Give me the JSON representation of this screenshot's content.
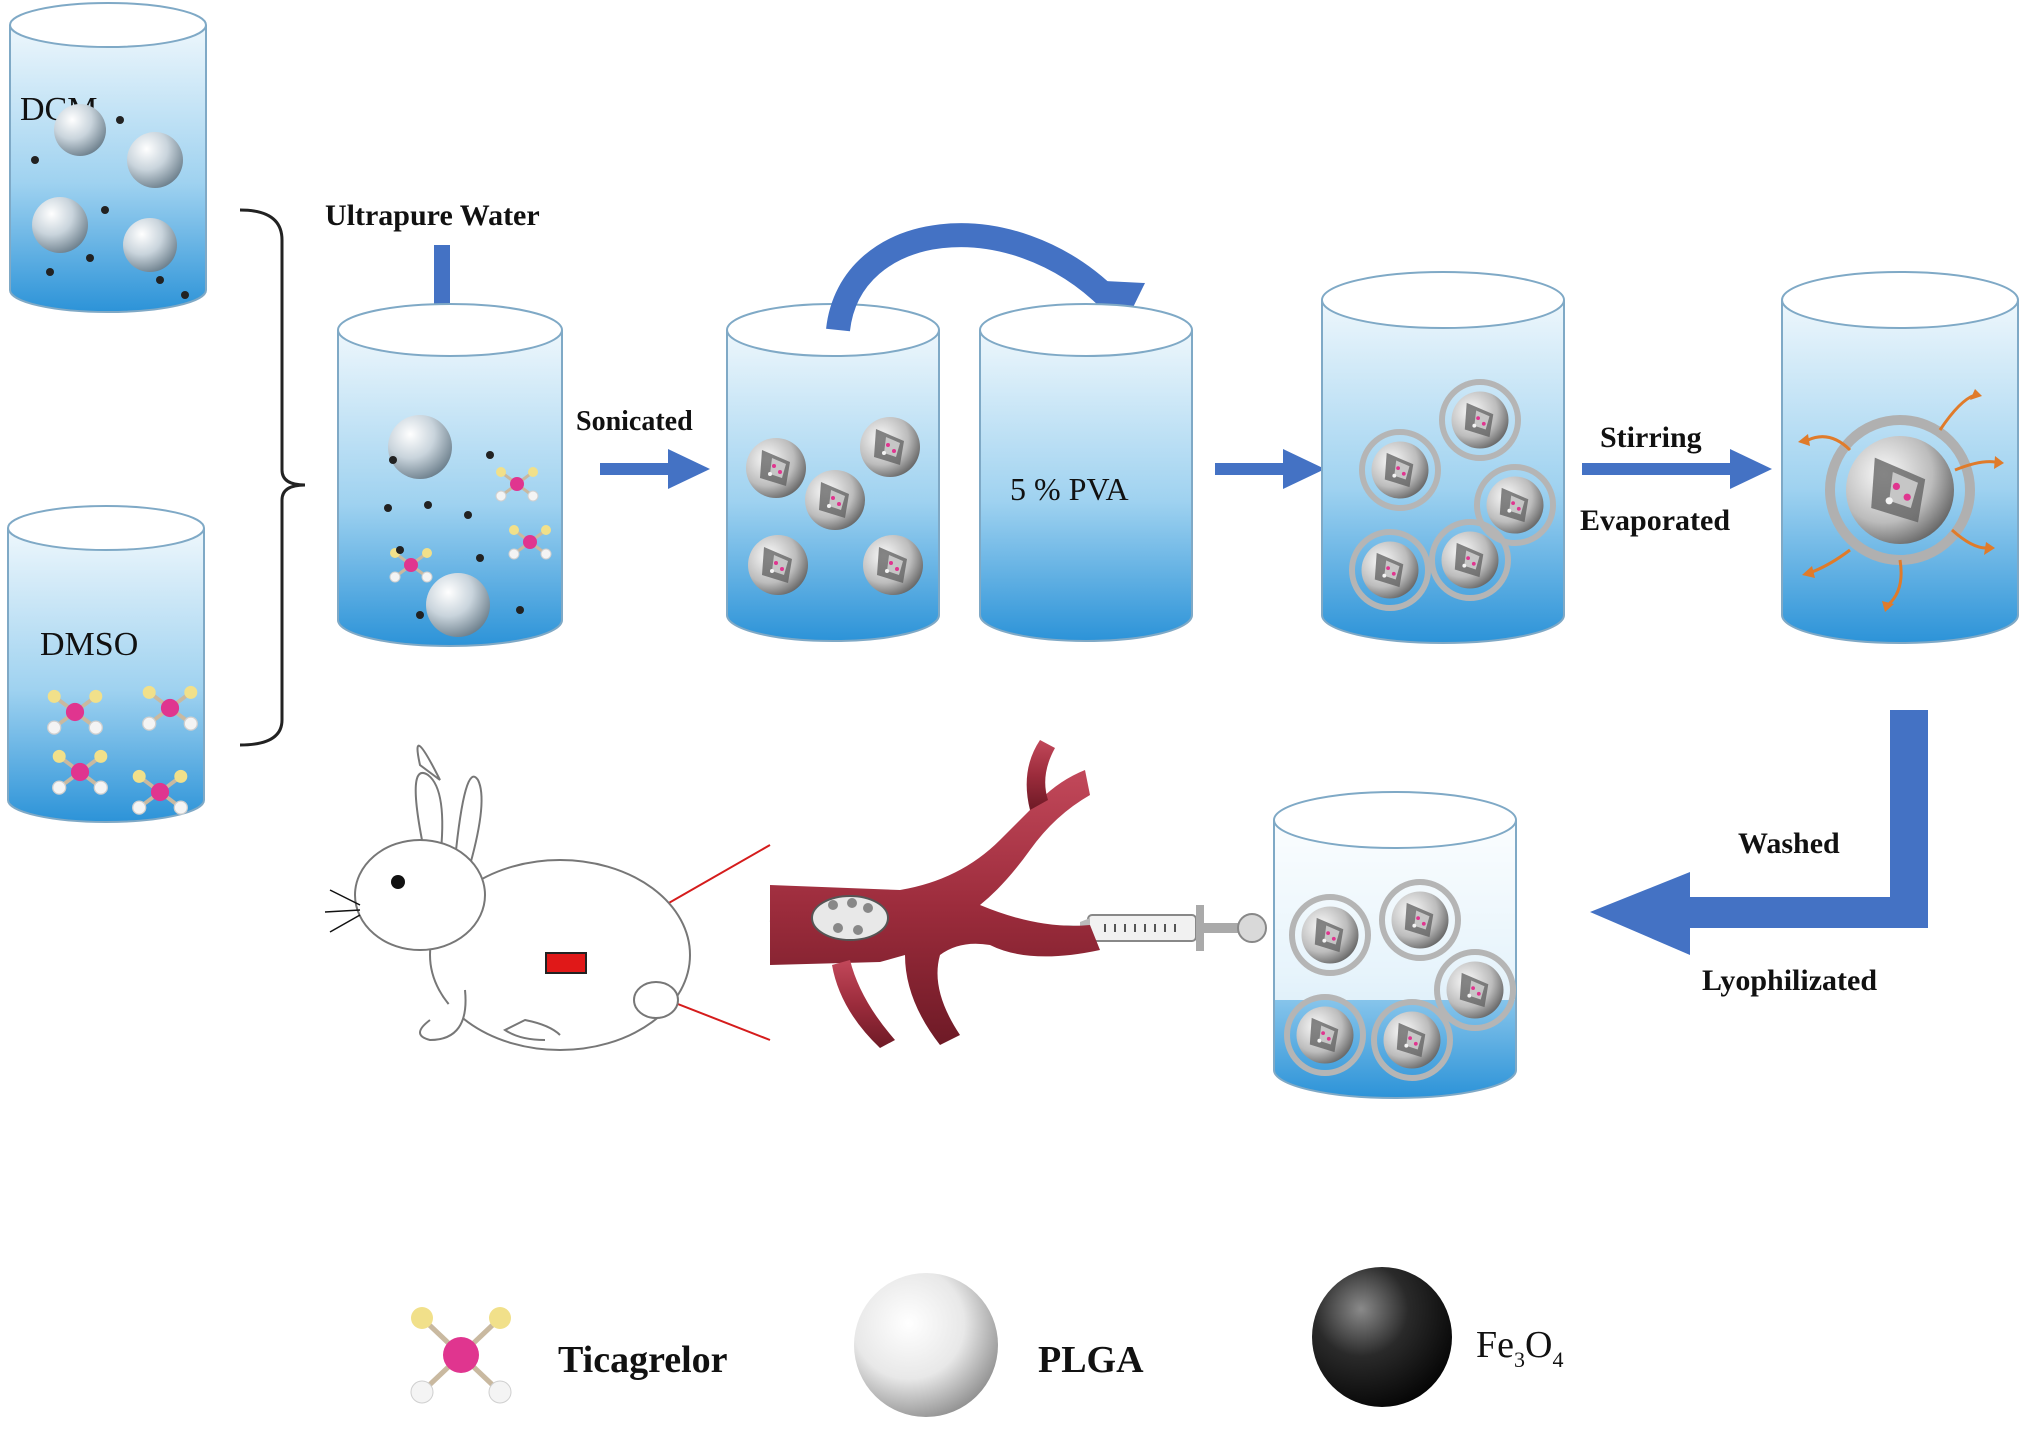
{
  "labels": {
    "dcm": "DCM",
    "dmso": "DMSO",
    "ultrapure_water": "Ultrapure Water",
    "sonicated": "Sonicated",
    "pva": "5 % PVA",
    "stirring": "Stirring",
    "evaporated": "Evaporated",
    "washed": "Washed",
    "lyophilizated": "Lyophilizated"
  },
  "legend": {
    "ticagrelor": "Ticagrelor",
    "plga": "PLGA",
    "fe3o4_base1": "Fe",
    "fe3o4_sub1": "3",
    "fe3o4_base2": "O",
    "fe3o4_sub2": "4"
  },
  "colors": {
    "water_top": "#e6f3fb",
    "water_bottom": "#2f95d8",
    "arrow": "#4472c4",
    "ticagrelor_center": "#e0358f",
    "ticagrelor_arm": "#f1e08a",
    "vessel": "#9c2c3c",
    "red_line": "#d51c1c",
    "capsule_outline": "#9a9a9a",
    "nanoparticle_ring": "#b5b5b5"
  },
  "icons": [
    "ticagrelor-molecule-icon",
    "plga-sphere-icon",
    "fe3o4-sphere-icon",
    "rabbit-icon",
    "blood-vessel-icon",
    "syringe-icon"
  ]
}
